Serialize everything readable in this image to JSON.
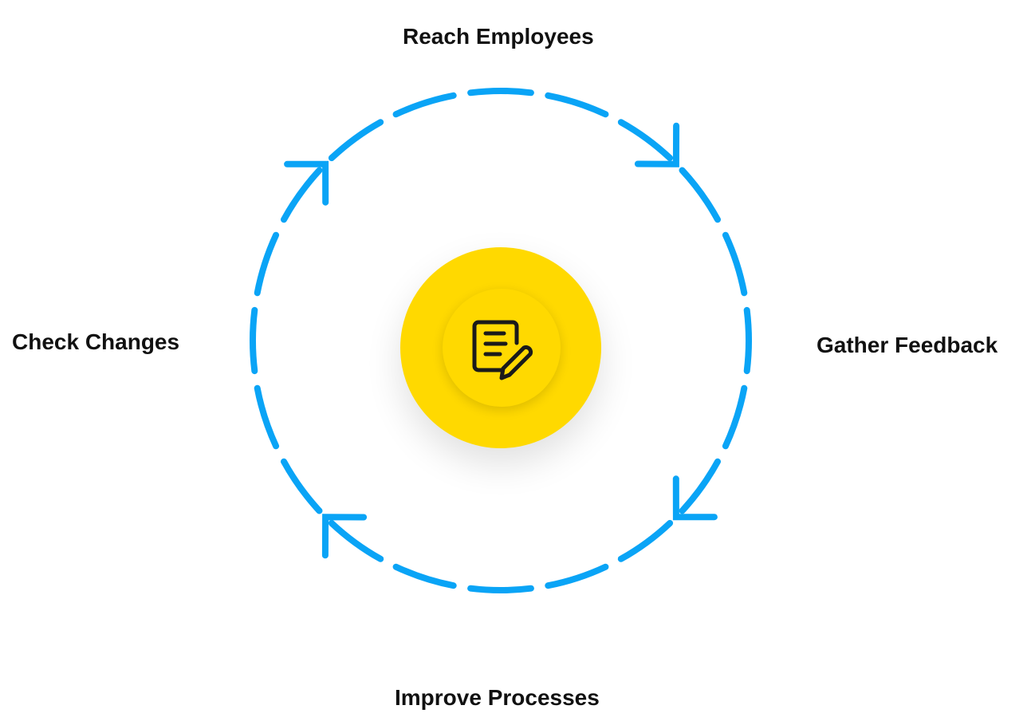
{
  "diagram": {
    "steps": [
      {
        "id": "reach",
        "label": "Reach Employees"
      },
      {
        "id": "gather",
        "label": "Gather Feedback"
      },
      {
        "id": "improve",
        "label": "Improve Processes"
      },
      {
        "id": "check",
        "label": "Check Changes"
      }
    ],
    "center_icon": "document-edit-icon",
    "colors": {
      "ring": "#0AA4F6",
      "hub": "#FFD900",
      "icon": "#1A1A1A",
      "text": "#111111"
    }
  }
}
